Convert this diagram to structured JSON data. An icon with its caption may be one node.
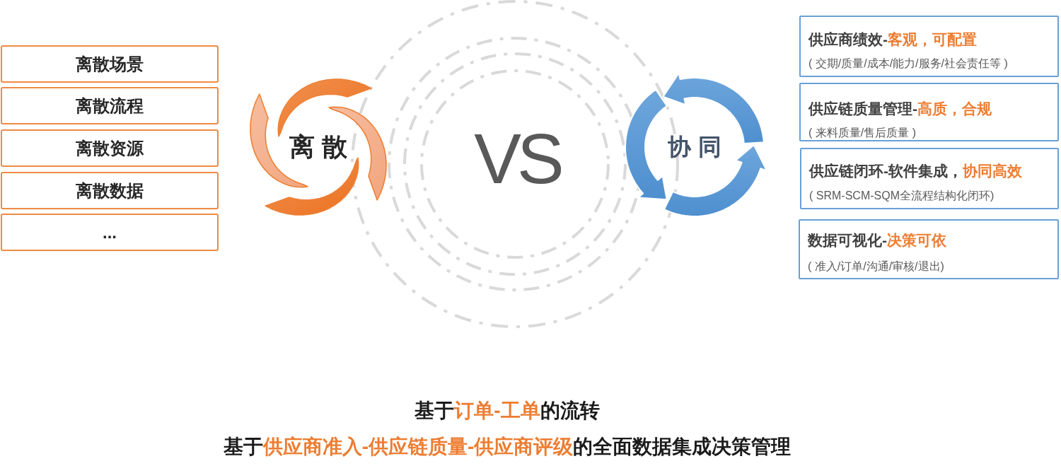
{
  "diagram": {
    "nodes": [
      {
        "text": [
          "离散场景"
        ]
      },
      {
        "text": [
          "离散流程"
        ]
      },
      {
        "text": [
          "离散资源"
        ]
      },
      {
        "text": [
          "离散数据"
        ]
      },
      {
        "text": [
          "..."
        ]
      },
      {
        "text": [
          "离散"
        ]
      },
      {
        "text": [
          "协同"
        ]
      },
      {
        "text": [
          "供应商绩效-**客观，可配置**",
          "( 交期/质量/成本/能力/服务/社会责任等 )"
        ]
      },
      {
        "text": [
          "供应链质量管理-**高质，合规**",
          "( 来料质量/售后质量 )"
        ]
      },
      {
        "text": [
          "供应链闭环-软件集成，**协同高效**",
          "( SRM-SCM-SQM全流程结构化闭环)"
        ]
      },
      {
        "text": [
          "数据可视化-**决策可依**",
          "( 准入/订单/沟通/审核/退出)"
        ]
      }
    ],
    "labels": [
      "VS",
      "基于**订单-工单**的流转",
      "基于**供应商准入-供应链质量-供应商评级**的全面数据集成决策管理"
    ]
  }
}
